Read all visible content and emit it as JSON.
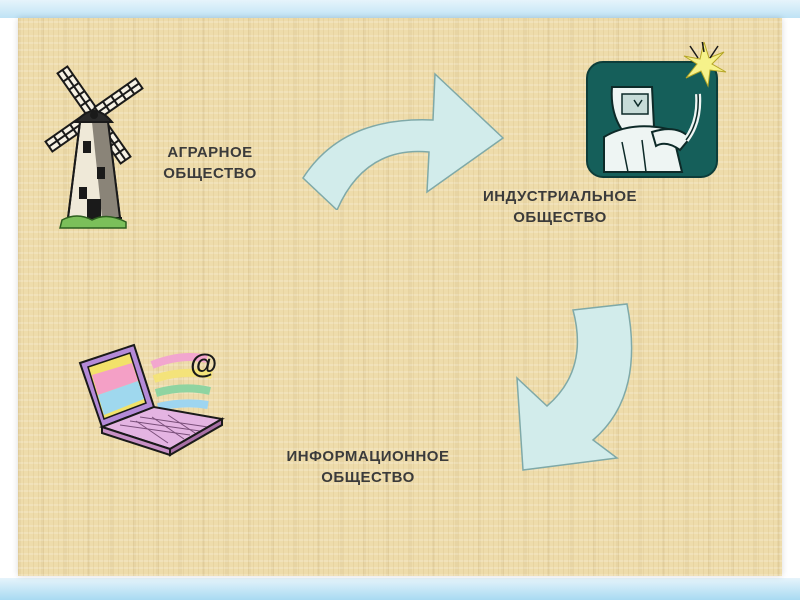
{
  "nodes": [
    {
      "id": "agrarian",
      "line1": "АГРАРНОЕ",
      "line2": "ОБЩЕСТВО",
      "icon": "windmill-icon"
    },
    {
      "id": "industrial",
      "line1": "ИНДУСТРИАЛЬНОЕ",
      "line2": "ОБЩЕСТВО",
      "icon": "welder-icon"
    },
    {
      "id": "information",
      "line1": "ИНФОРМАЦИОННОЕ",
      "line2": "ОБЩЕСТВО",
      "icon": "laptop-email-icon"
    }
  ],
  "arrows": [
    {
      "from": "agrarian",
      "to": "industrial",
      "color": "#d2eceb"
    },
    {
      "from": "industrial",
      "to": "information",
      "color": "#d2eceb"
    }
  ],
  "colors": {
    "slide_background": "#eedcab",
    "arrow_fill": "#d2eceb",
    "arrow_stroke": "#7fa9a8",
    "text": "#3b3b3b",
    "frame": "#bfe3f5"
  }
}
